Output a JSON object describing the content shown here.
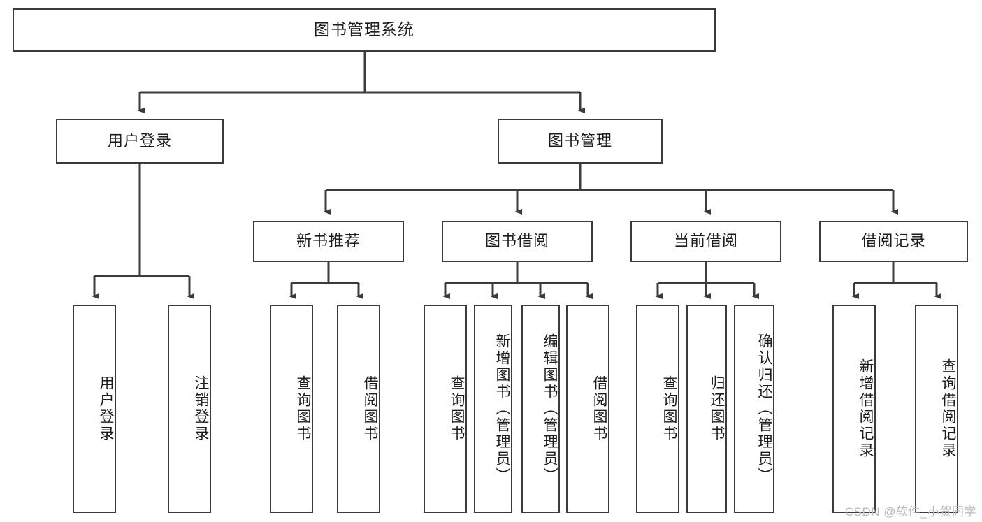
{
  "diagram": {
    "title": "图书管理系统",
    "watermark": "CSDN @软件_小贺同学",
    "colors": {
      "background": "#ffffff",
      "box_border": "#3b3b3b",
      "box_fill": "#ffffff",
      "connector": "#3b3b3b",
      "text": "#1c1c1c",
      "watermark": "#b9b9b9"
    },
    "root": {
      "label": "图书管理系统"
    },
    "level2": [
      {
        "label": "用户登录"
      },
      {
        "label": "图书管理"
      }
    ],
    "level3": [
      {
        "label": "新书推荐"
      },
      {
        "label": "图书借阅"
      },
      {
        "label": "当前借阅"
      },
      {
        "label": "借阅记录"
      }
    ],
    "leaves": {
      "user_login": [
        {
          "label": "用户登录"
        },
        {
          "label": "注销登录"
        }
      ],
      "new_book_recommend": [
        {
          "label": "查询图书"
        },
        {
          "label": "借阅图书"
        }
      ],
      "book_borrow": [
        {
          "label": "查询图书"
        },
        {
          "label": "新增图书（管理员）"
        },
        {
          "label": "编辑图书（管理员）"
        },
        {
          "label": "借阅图书"
        }
      ],
      "current_borrow": [
        {
          "label": "查询图书"
        },
        {
          "label": "归还图书"
        },
        {
          "label": "确认归还（管理员）"
        }
      ],
      "borrow_record": [
        {
          "label": "新增借阅记录"
        },
        {
          "label": "查询借阅记录"
        }
      ]
    }
  }
}
